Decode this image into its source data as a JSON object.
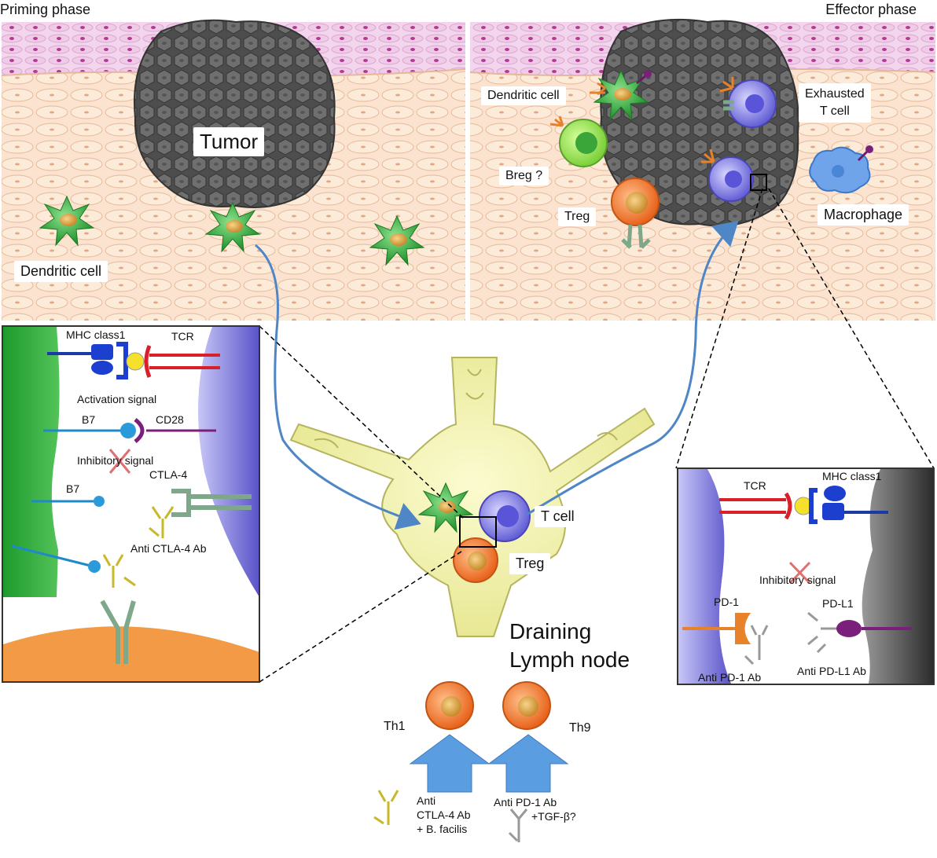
{
  "phases": {
    "priming": "Priming  phase",
    "effector": "Effector phase"
  },
  "priming_panel": {
    "tumor": "Tumor",
    "dendritic_cell": "Dendritic cell"
  },
  "effector_panel": {
    "dendritic_cell": "Dendritic cell",
    "breg": "Breg ?",
    "treg": "Treg",
    "exhausted_line1": "Exhausted",
    "exhausted_line2": "T cell",
    "macrophage": "Macrophage"
  },
  "left_inset": {
    "mhc": "MHC class1",
    "tcr": "TCR",
    "activation": "Activation signal",
    "b7_a": "B7",
    "cd28": "CD28",
    "inhibitory": "Inhibitory signal",
    "b7_b": "B7",
    "ctla4": "CTLA-4",
    "anti_ctla4": "Anti CTLA-4 Ab"
  },
  "right_inset": {
    "tcr": "TCR",
    "mhc": "MHC class1",
    "inhibitory": "Inhibitory signal",
    "pd1": "PD-1",
    "pdl1": "PD-L1",
    "anti_pd1": "Anti PD-1 Ab",
    "anti_pdl1": "Anti PD-L1 Ab"
  },
  "lymph": {
    "t_cell": "T cell",
    "treg": "Treg",
    "line1": "Draining",
    "line2": "Lymph node"
  },
  "bottom": {
    "th1": "Th1",
    "th9": "Th9",
    "left_1": "Anti",
    "left_2": "CTLA-4 Ab",
    "left_3": "+ B. facilis",
    "right_1": "Anti PD-1 Ab",
    "right_2": "+TGF-β?"
  },
  "colors": {
    "dendritic": "#3aa63a",
    "tcell": "#7b78e0",
    "treg": "#f07a2a",
    "tumor": "#5a5a5a",
    "arrow": "#4f86c6"
  }
}
